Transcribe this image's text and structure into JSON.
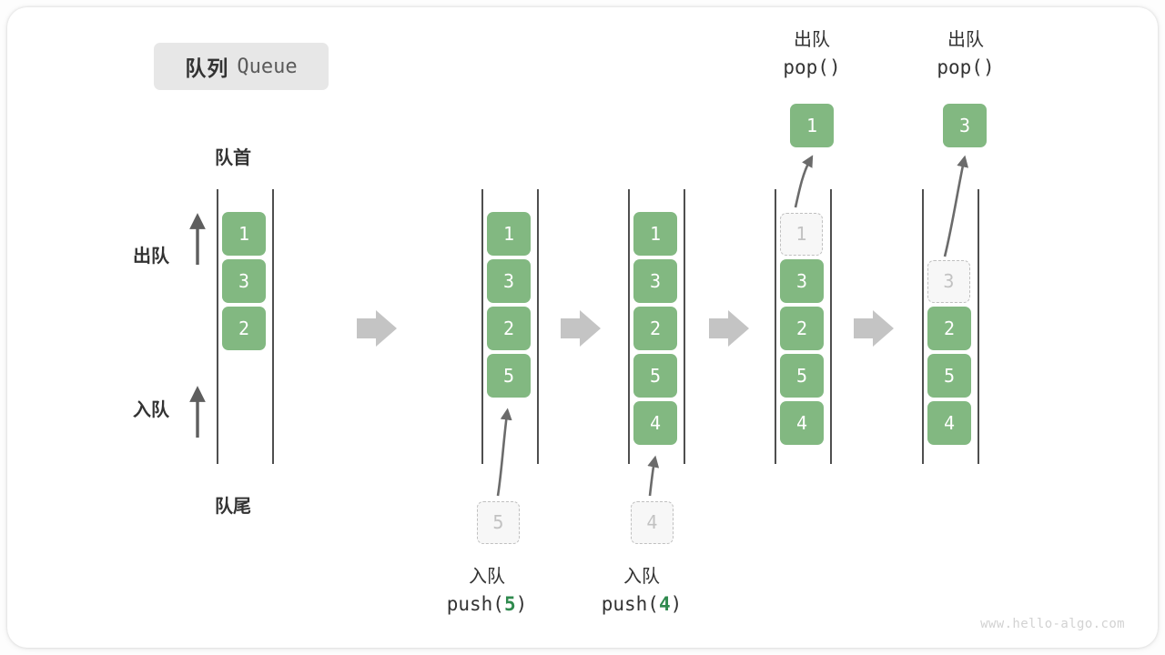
{
  "diagram": {
    "title_cn": "队列",
    "title_en": "Queue",
    "head_label": "队首",
    "tail_label": "队尾",
    "dequeue_side_label": "出队",
    "enqueue_side_label": "入队",
    "watermark": "www.hello-algo.com",
    "colors": {
      "box_green": "#82b881",
      "ghost_fill": "#f7f7f7",
      "ghost_border": "#c0c0c0",
      "ghost_text": "#c2c2c2",
      "rail": "#4f4f4f",
      "arrow_gray": "#c4c4c4",
      "curve_arrow": "#6b6b6b",
      "badge_bg": "#e7e7e7",
      "code_number_green": "#2f8a4e",
      "text_dark": "#333333"
    },
    "stages": [
      {
        "name": "initial",
        "queue": [
          "1",
          "3",
          "2"
        ],
        "ghost": null,
        "popped": null,
        "op_cn": "",
        "op_code": "",
        "op_arg": ""
      },
      {
        "name": "push-5",
        "queue": [
          "1",
          "3",
          "2",
          "5"
        ],
        "ghost": "5",
        "popped": null,
        "op_cn": "入队",
        "op_code_prefix": "push(",
        "op_arg": "5",
        "op_code_suffix": ")"
      },
      {
        "name": "push-4",
        "queue": [
          "1",
          "3",
          "2",
          "5",
          "4"
        ],
        "ghost": "4",
        "popped": null,
        "op_cn": "入队",
        "op_code_prefix": "push(",
        "op_arg": "4",
        "op_code_suffix": ")"
      },
      {
        "name": "pop-1",
        "queue": [
          "3",
          "2",
          "5",
          "4"
        ],
        "ghost": "1",
        "popped": "1",
        "op_cn": "出队",
        "op_code_prefix": "pop(",
        "op_arg": "",
        "op_code_suffix": ")"
      },
      {
        "name": "pop-3",
        "queue": [
          "2",
          "5",
          "4"
        ],
        "ghost": "3",
        "popped": "3",
        "op_cn": "出队",
        "op_code_prefix": "pop(",
        "op_arg": "",
        "op_code_suffix": ")"
      }
    ],
    "transition_arrows": 4,
    "icons": {
      "flow_arrow": "right-arrow-icon",
      "up_arrow": "up-arrow-icon",
      "curve_arrow": "curved-arrow-icon"
    }
  }
}
